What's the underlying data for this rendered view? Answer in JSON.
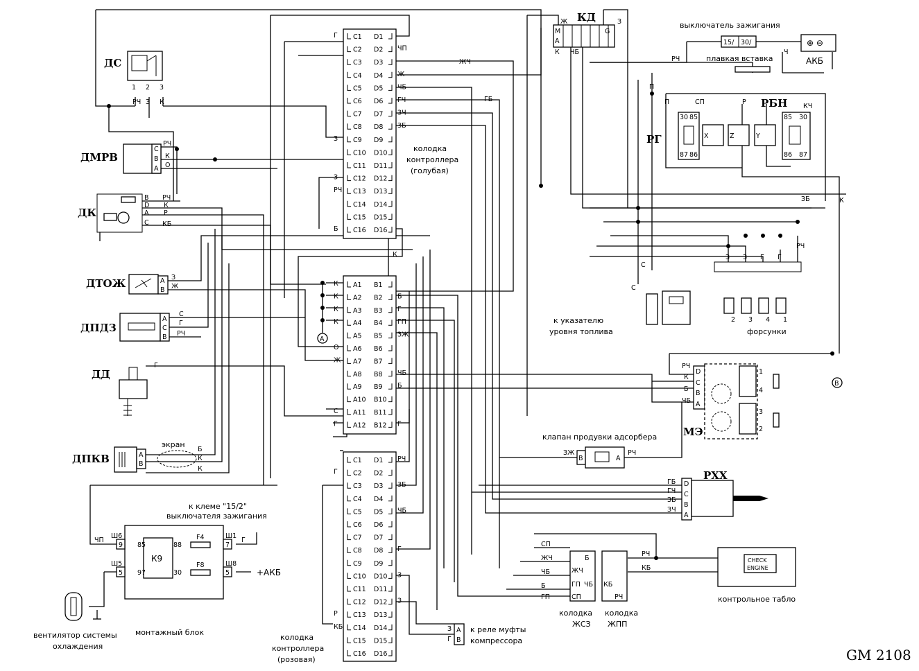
{
  "title": "GM 2108",
  "components": {
    "ds": "ДС",
    "dmrv": "ДМРВ",
    "dk": "ДК",
    "dtozh": "ДТОЖ",
    "dpdz": "ДПДЗ",
    "dd": "ДД",
    "dpkv": "ДПКВ",
    "kd": "КД",
    "rg": "РГ",
    "rbn": "РБН",
    "me": "МЭ",
    "rxx": "РХХ",
    "k9": "К9",
    "f4": "F4",
    "f8": "F8"
  },
  "captions": {
    "ignition_switch": "выключатель зажигания",
    "fuse_link": "плавкая вставка",
    "battery": "АКБ",
    "block_blue_1": "колодка",
    "block_blue_2": "контроллера",
    "block_blue_3": "(голубая)",
    "block_pink_1": "колодка",
    "block_pink_2": "контроллера",
    "block_pink_3": "(розовая)",
    "fuel_gauge_1": "к указателю",
    "fuel_gauge_2": "уровня топлива",
    "injectors": "форсунки",
    "purge_valve": "клапан продувки адсорбера",
    "screen": "экран",
    "ignition_terminal_1": "к клеме \"15/2\"",
    "ignition_terminal_2": "выключателя зажигания",
    "plus_akb": "+АКБ",
    "fan_1": "вентилятор системы",
    "fan_2": "охлаждения",
    "mount_block": "монтажный блок",
    "compressor_1": "к реле муфты",
    "compressor_2": "компрессора",
    "zhsz_1": "колодка",
    "zhsz_2": "ЖСЗ",
    "zhpp_1": "колодка",
    "zhpp_2": "ЖПП",
    "check_1": "CHECK",
    "check_2": "ENGINE",
    "dash": "контрольное табло"
  },
  "blue_block": {
    "left": [
      "C1",
      "C2",
      "C3",
      "C4",
      "C5",
      "C6",
      "C7",
      "C8",
      "C9",
      "C10",
      "C11",
      "C12",
      "C13",
      "C14",
      "C15",
      "C16"
    ],
    "right": [
      "D1",
      "D2",
      "D3",
      "D4",
      "D5",
      "D6",
      "D7",
      "D8",
      "D9",
      "D10",
      "D11",
      "D12",
      "D13",
      "D14",
      "D15",
      "D16"
    ]
  },
  "ab_block": {
    "left": [
      "A1",
      "A2",
      "A3",
      "A4",
      "A5",
      "A6",
      "A7",
      "A8",
      "A9",
      "A10",
      "A11",
      "A12"
    ],
    "right": [
      "B1",
      "B2",
      "B3",
      "B4",
      "B5",
      "B6",
      "B7",
      "B8",
      "B9",
      "B10",
      "B11",
      "B12"
    ]
  },
  "pink_block": {
    "left": [
      "C1",
      "C2",
      "C3",
      "C4",
      "C5",
      "C6",
      "C7",
      "C8",
      "C9",
      "C10",
      "C11",
      "C12",
      "C13",
      "C14",
      "C15",
      "C16"
    ],
    "right": [
      "D1",
      "D2",
      "D3",
      "D4",
      "D5",
      "D6",
      "D7",
      "D8",
      "D9",
      "D10",
      "D11",
      "D12",
      "D13",
      "D14",
      "D15",
      "D16"
    ]
  },
  "wire_colors": {
    "blue_left": {
      "C1": "Г",
      "C9": "З",
      "C12": "З",
      "C13": "РЧ",
      "C16": "Б"
    },
    "blue_right": {
      "D2": "ЧП",
      "D4": "Ж",
      "D5": "ЧБ",
      "D6": "ГЧ",
      "D7": "ЗЧ",
      "D8": "ЗБ"
    },
    "ab_left": [
      "К",
      "К",
      "К",
      "К",
      "",
      "О",
      "Ж",
      "",
      "",
      "",
      "С",
      "Г"
    ],
    "ab_right": [
      "",
      "Б",
      "Г",
      "ГП",
      "ЗЖ",
      "",
      "",
      "ЧБ",
      "Б",
      "",
      "",
      "Г"
    ],
    "pink_left": {
      "C2": "Г",
      "C13": "Р",
      "C14": "КБ"
    },
    "pink_right": {
      "D1": "РЧ",
      "D3": "ЗБ",
      "D5": "ЧБ",
      "D8": "Г",
      "D10": "З",
      "D12": "З"
    },
    "misc": {
      "zhch": "ЖЧ",
      "gb": "ГБ",
      "zb_right": "ЗБ",
      "k_right": "К",
      "rch_right": "РЧ",
      "k_bottom": "К",
      "s": "С",
      "p": "П",
      "sp": "СП",
      "r": "Р",
      "ch": "Ч",
      "kch": "КЧ"
    }
  },
  "sensor_pins": {
    "ds": {
      "pins": [
        "1",
        "2",
        "3"
      ],
      "wires": [
        "РЧ",
        "З",
        "К"
      ]
    },
    "dmrv": {
      "pins": [
        "С",
        "В",
        "А"
      ],
      "wires": [
        "РЧ",
        "К",
        "О"
      ]
    },
    "dk": {
      "pins": [
        "В",
        "D",
        "А",
        "С"
      ],
      "wires": [
        "РЧ",
        "К",
        "Р",
        "КБ"
      ]
    },
    "dtozh": {
      "pins": [
        "А",
        "В"
      ],
      "wires": [
        "З",
        "Ж"
      ]
    },
    "dpdz": {
      "pins": [
        "А",
        "С",
        "В"
      ],
      "wires": [
        "С",
        "Г",
        "РЧ"
      ]
    },
    "dd": {
      "wires": [
        "Г"
      ]
    },
    "dpkv": {
      "pins": [
        "А",
        "В"
      ],
      "wires": [
        "Б",
        "К",
        "К"
      ]
    },
    "kd": {
      "pins": [
        "Ж",
        "М",
        "А",
        "К",
        "G"
      ],
      "wires": [
        "К",
        "ЧБ",
        "З"
      ]
    },
    "me": {
      "pins": [
        "D",
        "С",
        "В",
        "А"
      ],
      "wires": [
        "РЧ",
        "К",
        "Б",
        "ЧБ"
      ],
      "cyl": [
        "1",
        "4",
        "3",
        "2"
      ]
    },
    "rxx": {
      "pins": [
        "D",
        "С",
        "В",
        "А"
      ],
      "wires": [
        "ГБ",
        "ГЧ",
        "ЗБ",
        "ЗЧ"
      ]
    },
    "injectors": {
      "wires": [
        "З",
        "З",
        "Г",
        "Г",
        "РЧ"
      ],
      "labels": [
        "2",
        "3",
        "4",
        "1"
      ]
    },
    "relays": {
      "rg": [
        "30",
        "85",
        "87",
        "86"
      ],
      "rbn": [
        "85",
        "30",
        "86",
        "87"
      ],
      "fuses": [
        "Х",
        "Z",
        "Y"
      ]
    },
    "ignition": {
      "terminals": [
        "15/",
        "30/"
      ]
    },
    "purge": {
      "pins": [
        "В",
        "А"
      ],
      "wires": [
        "ЗЖ",
        "РЧ"
      ]
    },
    "mount": {
      "sockets": [
        "Ш6",
        "Ш5",
        "Ш1",
        "Ш8"
      ],
      "pins": [
        "9",
        "5",
        "7",
        "5"
      ],
      "relay_pins": [
        "85",
        "97",
        "88",
        "30"
      ],
      "wires": [
        "ЧП",
        "Г"
      ]
    },
    "compressor": {
      "pins": [
        "А",
        "В"
      ],
      "wires": [
        "З",
        "Г"
      ]
    },
    "zhsz": {
      "cells": [
        "Б",
        "ЖЧ",
        "ГП",
        "ЧБ",
        "СП"
      ],
      "wires": [
        "СП",
        "ЖЧ",
        "ЧБ",
        "Б",
        "ГП"
      ]
    },
    "zhpp": {
      "cells": [
        "КБ",
        "РЧ"
      ],
      "wires": [
        "РЧ",
        "КБ"
      ]
    },
    "ground_marks": [
      "А",
      "В"
    ]
  },
  "colors": {
    "line": "#000000",
    "background": "#ffffff"
  }
}
